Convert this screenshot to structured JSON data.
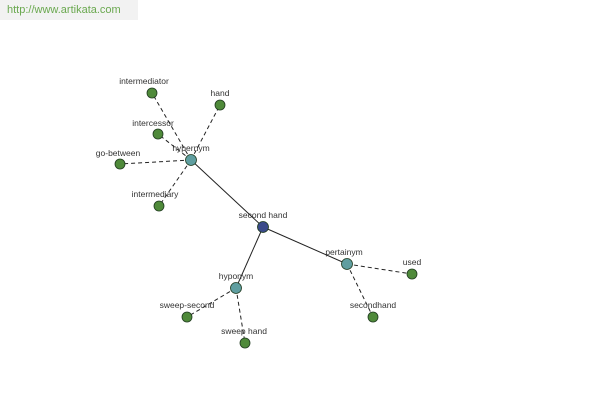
{
  "site": {
    "url": "http://www.artikata.com"
  },
  "colors": {
    "root": "#3a4a8a",
    "relation": "#5f9ea0",
    "leaf": "#4f8a3a",
    "edge": "#222222",
    "banner_text": "#6aa84f"
  },
  "graph": {
    "nodes": [
      {
        "id": "second-hand",
        "label": "second hand",
        "kind": "root"
      },
      {
        "id": "hypernym",
        "label": "hypernym",
        "kind": "relation"
      },
      {
        "id": "hyponym",
        "label": "hyponym",
        "kind": "relation"
      },
      {
        "id": "pertainym",
        "label": "pertainym",
        "kind": "relation"
      },
      {
        "id": "intermediator",
        "label": "intermediator",
        "kind": "leaf"
      },
      {
        "id": "hand",
        "label": "hand",
        "kind": "leaf"
      },
      {
        "id": "intercessor",
        "label": "intercessor",
        "kind": "leaf"
      },
      {
        "id": "go-between",
        "label": "go-between",
        "kind": "leaf"
      },
      {
        "id": "intermediary",
        "label": "intermediary",
        "kind": "leaf"
      },
      {
        "id": "sweep-second",
        "label": "sweep-second",
        "kind": "leaf"
      },
      {
        "id": "sweep-hand",
        "label": "sweep hand",
        "kind": "leaf"
      },
      {
        "id": "used",
        "label": "used",
        "kind": "leaf"
      },
      {
        "id": "secondhand",
        "label": "secondhand",
        "kind": "leaf"
      }
    ],
    "edges": [
      {
        "from": "second-hand",
        "to": "hypernym",
        "style": "solid"
      },
      {
        "from": "second-hand",
        "to": "hyponym",
        "style": "solid"
      },
      {
        "from": "second-hand",
        "to": "pertainym",
        "style": "solid"
      },
      {
        "from": "hypernym",
        "to": "intermediator",
        "style": "dashed"
      },
      {
        "from": "hypernym",
        "to": "hand",
        "style": "dashed"
      },
      {
        "from": "hypernym",
        "to": "intercessor",
        "style": "dashed"
      },
      {
        "from": "hypernym",
        "to": "go-between",
        "style": "dashed"
      },
      {
        "from": "hypernym",
        "to": "intermediary",
        "style": "dashed"
      },
      {
        "from": "hyponym",
        "to": "sweep-second",
        "style": "dashed"
      },
      {
        "from": "hyponym",
        "to": "sweep-hand",
        "style": "dashed"
      },
      {
        "from": "pertainym",
        "to": "used",
        "style": "dashed"
      },
      {
        "from": "pertainym",
        "to": "secondhand",
        "style": "dashed"
      }
    ]
  }
}
